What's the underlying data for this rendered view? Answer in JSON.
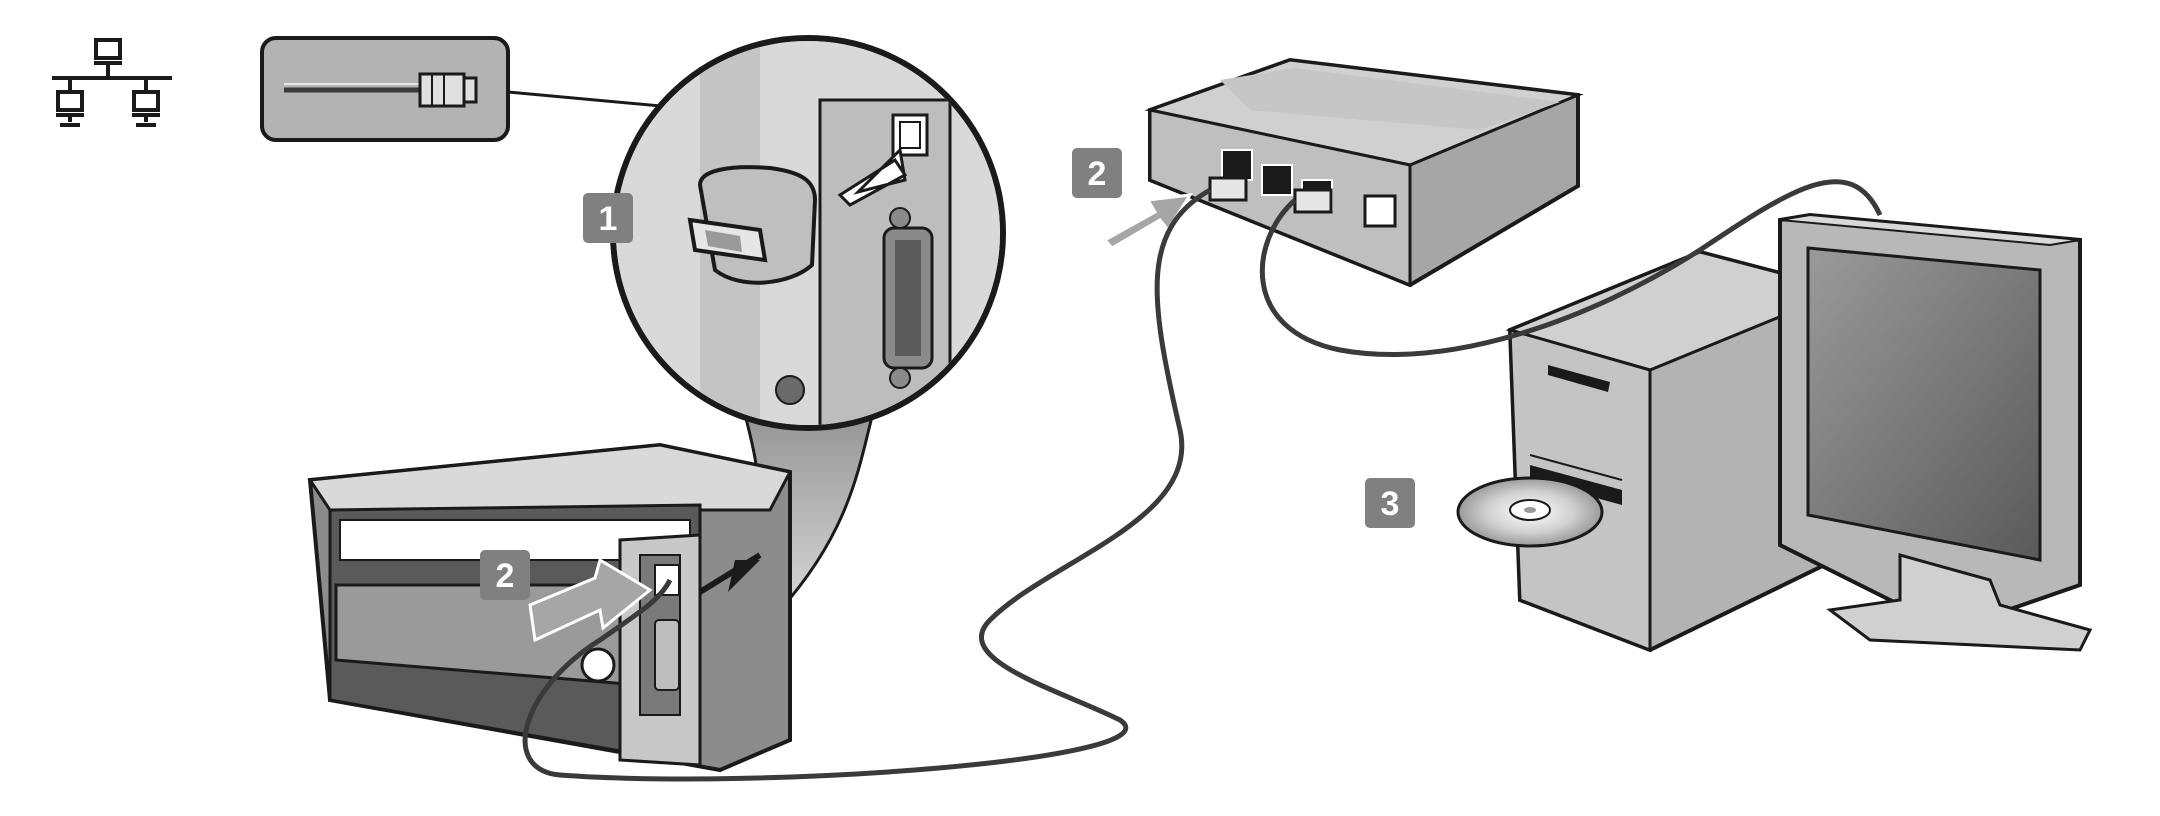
{
  "steps": {
    "step_remove_cover": "1",
    "step_connect_printer": "2",
    "step_connect_router": "2",
    "step_install_software": "3"
  },
  "icons": {
    "network": "network-icon",
    "cable": "ethernet-cable-icon",
    "disc": "cd-disc-icon"
  },
  "colors": {
    "step_badge": "#808080",
    "line_art": "#1a1a1a",
    "device_light": "#d9d9d9",
    "device_mid": "#a6a6a6",
    "device_dark": "#595959"
  }
}
